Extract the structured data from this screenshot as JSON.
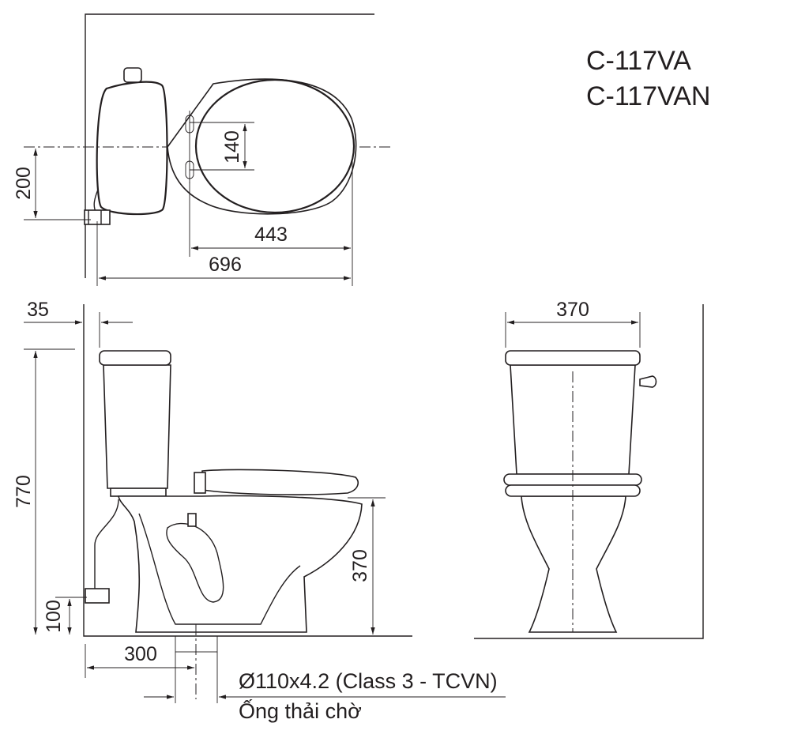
{
  "models": [
    "C-117VA",
    "C-117VAN"
  ],
  "top_view": {
    "dim_hole_spacing": "140",
    "dim_wall_to_center": "200",
    "dim_hole_to_front": "443",
    "dim_overall_length": "696"
  },
  "side_view": {
    "dim_tank_gap": "35",
    "dim_height": "770",
    "dim_seat_height": "370",
    "dim_valve_height": "100",
    "dim_drain_from_wall": "300"
  },
  "front_view": {
    "dim_width": "370"
  },
  "drain": {
    "spec": "Ø110x4.2 (Class 3 - TCVN)",
    "label": "Ống thải chờ"
  }
}
